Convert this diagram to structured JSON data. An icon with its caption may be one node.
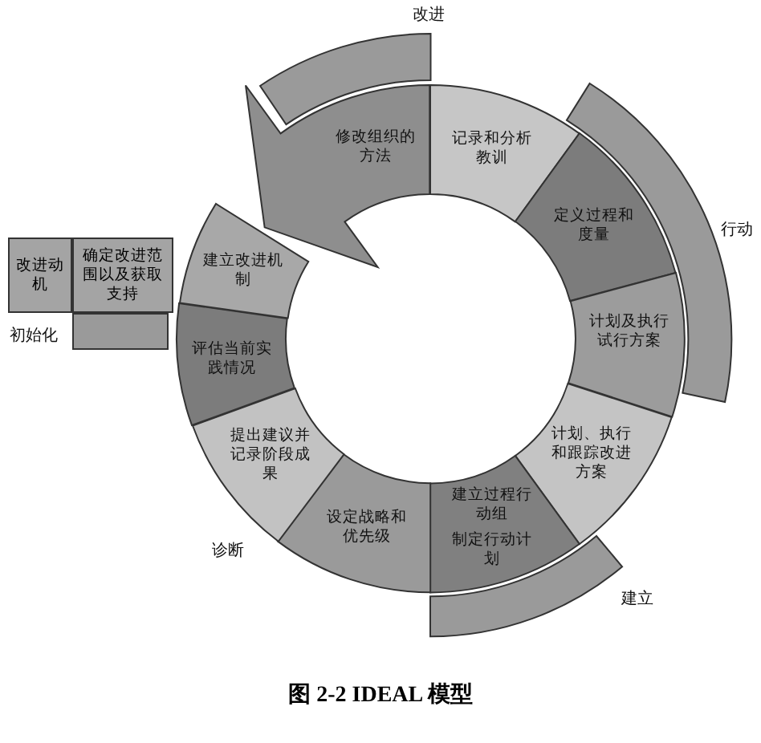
{
  "diagram": {
    "caption": "图 2-2 IDEAL 模型",
    "nodes": [
      {
        "text": [
          "记录和分析教训"
        ]
      },
      {
        "text": [
          "定义过程和度量"
        ]
      },
      {
        "text": [
          "计划及执行试行方案"
        ]
      },
      {
        "text": [
          "计划、执行和跟踪改进方案"
        ]
      },
      {
        "text": [
          "建立过程行动组",
          "制定行动计划"
        ]
      },
      {
        "text": [
          "设定战略和优先级"
        ]
      },
      {
        "text": [
          "提出建议并记录阶段成果"
        ]
      },
      {
        "text": [
          "评估当前实践情况"
        ]
      },
      {
        "text": [
          "建立改进机制"
        ]
      },
      {
        "text": [
          "修改组织的方法"
        ]
      },
      {
        "text": [
          "改进"
        ]
      },
      {
        "text": [
          "行动"
        ]
      },
      {
        "text": [
          "建立"
        ]
      },
      {
        "text": [
          "初始化"
        ]
      },
      {
        "text": [
          "改进动机"
        ]
      },
      {
        "text": [
          "确定改进范围以及获取支持"
        ]
      }
    ],
    "labels": [
      "诊断"
    ]
  }
}
